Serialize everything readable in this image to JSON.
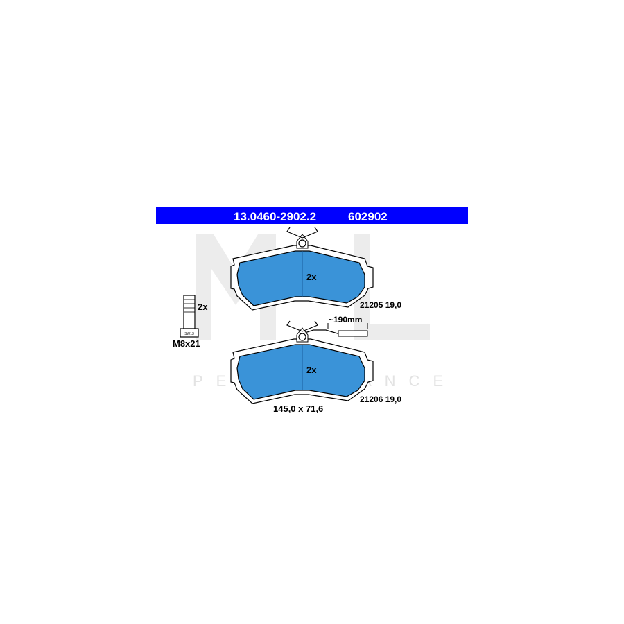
{
  "header": {
    "part_number": "13.0460-2902.2",
    "ref_number": "602902",
    "band_color": "#0000ff"
  },
  "watermark": {
    "letters": "ML",
    "word": "PERFORMANCE"
  },
  "pad_color": "#3a93d8",
  "bolt": {
    "quantity": "2x",
    "size": "M8x21",
    "head_mark": "SW13"
  },
  "pads": [
    {
      "quantity": "2x",
      "code": "21205 19,0"
    },
    {
      "quantity": "2x",
      "code": "21206 19,0"
    }
  ],
  "wear_sensor": {
    "length": "~190mm"
  },
  "dimensions": "145,0 x 71,6"
}
